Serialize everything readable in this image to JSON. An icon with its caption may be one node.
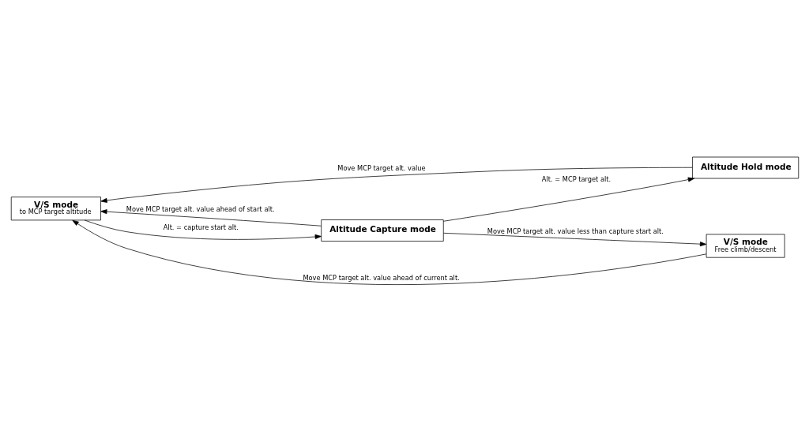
{
  "diagram": {
    "nodes": [
      {
        "text": [
          "V/S mode",
          "to MCP target altitude"
        ]
      },
      {
        "text": [
          "Altitude Capture mode"
        ]
      },
      {
        "text": [
          "Altitude Hold mode"
        ]
      },
      {
        "text": [
          "V/S mode",
          "Free climb/descent"
        ]
      }
    ],
    "edges": [
      {
        "from": 1,
        "to": 0,
        "arrow": "to",
        "label": "Move MCP target alt. value ahead of start alt."
      },
      {
        "from": 0,
        "to": 1,
        "arrow": "to",
        "label": "Alt. = capture start alt."
      },
      {
        "from": 1,
        "to": 2,
        "arrow": "to",
        "label": "Alt. = MCP target alt."
      },
      {
        "from": 2,
        "to": 0,
        "arrow": "to",
        "label": "Move MCP target alt. value"
      },
      {
        "from": 3,
        "to": 0,
        "arrow": "to",
        "label": "Move MCP target alt. value ahead of current alt."
      },
      {
        "from": 1,
        "to": 3,
        "arrow": "to",
        "label": "Move MCP target alt. value less than capture start alt."
      }
    ]
  }
}
